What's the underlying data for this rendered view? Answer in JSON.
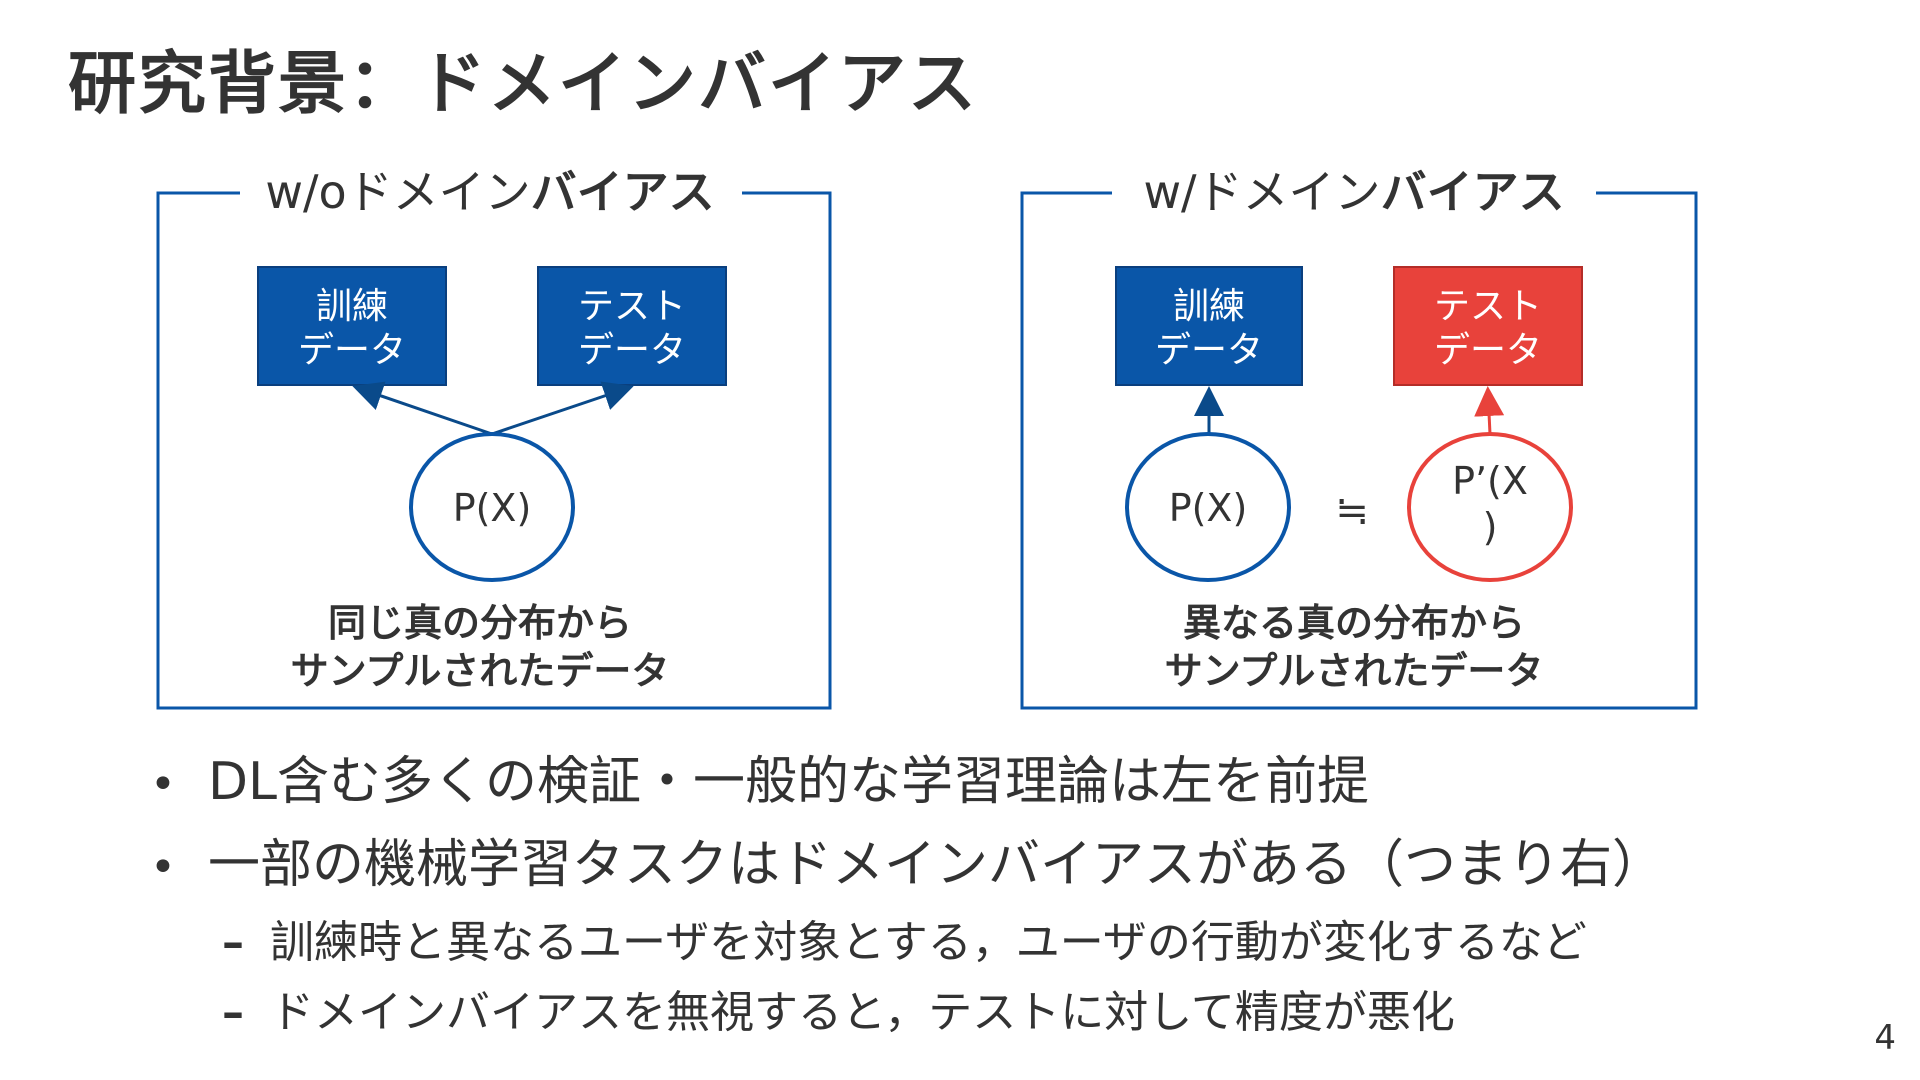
{
  "slide": {
    "title": "研究背景：ドメインバイアス",
    "page_number": "4"
  },
  "left_panel": {
    "label_prefix": "w/oドメイン",
    "label_bold": "バイアス",
    "train_box": [
      "訓練",
      "データ"
    ],
    "test_box": [
      "テスト",
      "データ"
    ],
    "dist_node": "P(X)",
    "caption": [
      "同じ真の分布から",
      "サンプルされたデータ"
    ]
  },
  "right_panel": {
    "label_prefix": "w/ドメイン",
    "label_bold": "バイアス",
    "train_box": [
      "訓練",
      "データ"
    ],
    "test_box": [
      "テスト",
      "データ"
    ],
    "dist_node": "P(X)",
    "dist_node_shifted": [
      "P’(X",
      ")"
    ],
    "approx_symbol": "≒",
    "caption": [
      "異なる真の分布から",
      "サンプルされたデータ"
    ]
  },
  "bullets": [
    {
      "level": 1,
      "marker": "•",
      "text": "DL含む多くの検証・一般的な学習理論は左を前提"
    },
    {
      "level": 1,
      "marker": "•",
      "text": "一部の機械学習タスクはドメインバイアスがある（つまり右）"
    },
    {
      "level": 2,
      "marker": "–",
      "text": "訓練時と異なるユーザを対象とする，ユーザの行動が変化するなど"
    },
    {
      "level": 2,
      "marker": "–",
      "text": "ドメインバイアスを無視すると，テストに対して精度が悪化"
    }
  ],
  "colors": {
    "blue": "#0a56a8",
    "red": "#e8423b",
    "text": "#333333"
  }
}
